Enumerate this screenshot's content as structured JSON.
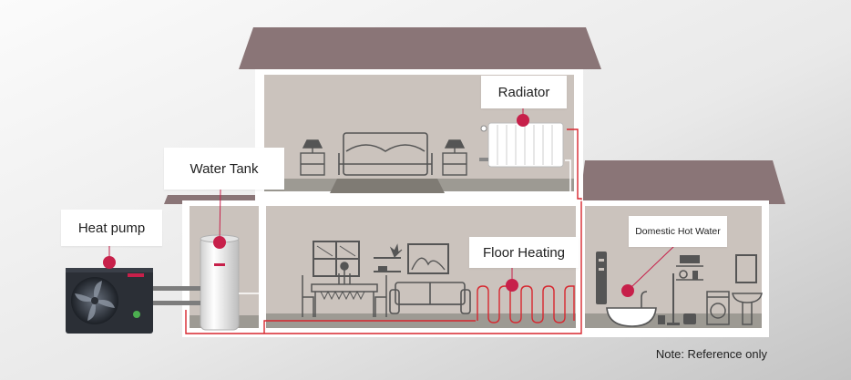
{
  "labels": {
    "radiator": "Radiator",
    "water_tank": "Water Tank",
    "heat_pump": "Heat pump",
    "floor_heating": "Floor Heating",
    "domestic_hot_water": "Domestic Hot Water"
  },
  "note": "Note: Reference only",
  "colors": {
    "background_light": "#fafafa",
    "background_dark": "#c9c9c9",
    "roof": "#8a7577",
    "wall": "#ffffff",
    "room": "#cbc3bd",
    "floor": "#9a9a92",
    "furniture": "#555555",
    "pipe": "#d7262e",
    "marker": "#c7204a",
    "unit": "#2b2f36"
  }
}
